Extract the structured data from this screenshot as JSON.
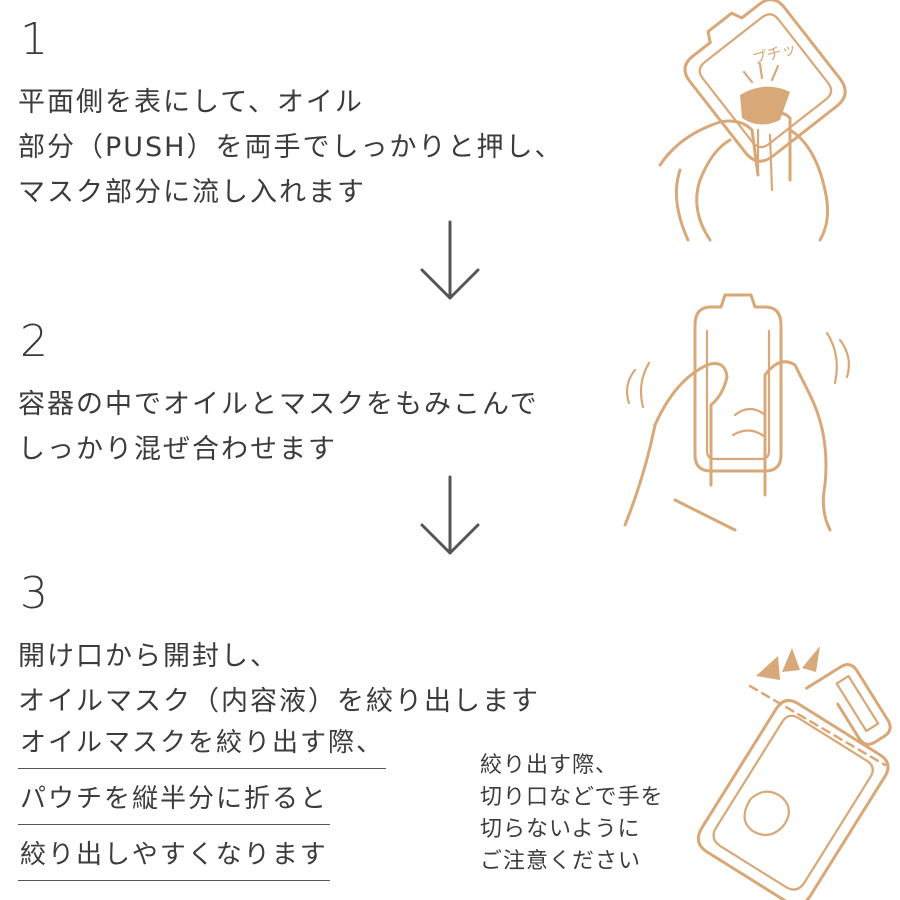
{
  "accent_color": "#d9a878",
  "text_color": "#3c3c3c",
  "steps": [
    {
      "number": "1",
      "lines": [
        "平面側を表にして、オイル",
        "部分（PUSH）を両手でしっかりと押し、",
        "マスク部分に流し入れます"
      ]
    },
    {
      "number": "2",
      "lines": [
        "容器の中でオイルとマスクをもみこんで",
        "しっかり混ぜ合わせます"
      ]
    },
    {
      "number": "3",
      "lines": [
        "開け口から開封し、",
        "オイルマスク（内容液）を絞り出します"
      ]
    }
  ],
  "illustrations": {
    "step1": {
      "icon": "hands-pressing-pouch-icon",
      "sound_text": "プチッ"
    },
    "step2": {
      "icon": "hands-kneading-pouch-icon"
    },
    "step3": {
      "icon": "opened-pouch-icon"
    }
  },
  "arrows": [
    {
      "icon": "arrow-down-icon"
    },
    {
      "icon": "arrow-down-icon"
    }
  ],
  "tips": [
    "オイルマスクを絞り出す際、",
    "パウチを縦半分に折ると",
    "絞り出しやすくなります"
  ],
  "note": [
    "絞り出す際、",
    "切り口などで手を",
    "切らないように",
    "ご注意ください"
  ]
}
